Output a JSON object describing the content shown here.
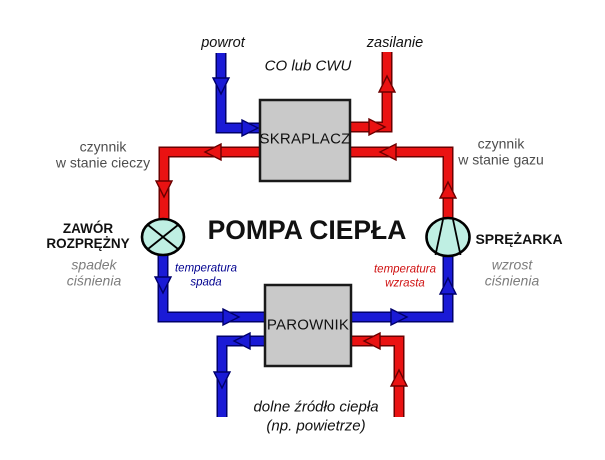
{
  "diagram": {
    "title": "POMPA CIEPŁA",
    "top": {
      "return_label": "powrot",
      "supply_label": "zasilanie",
      "circuit_label": "CO lub CWU"
    },
    "refrigerant_states": {
      "liquid": "czynnik\nw stanie cieczy",
      "gas": "czynnik\nw stanie gazu"
    },
    "components": {
      "condenser": {
        "label": "SKRAPLACZ"
      },
      "evaporator": {
        "label": "PAROWNIK"
      },
      "expansion_valve": {
        "label": "ZAWÓR\nROZPRĘŻNY",
        "effect": "spadek\nciśnienia",
        "temperature_note": "temperatura\nspada"
      },
      "compressor": {
        "label": "SPRĘŻARKA",
        "effect": "wzrost\nciśnienia",
        "temperature_note": "temperatura\nwzrasta"
      }
    },
    "bottom": {
      "source_label": "dolne źródło ciepła\n(np. powietrze)"
    },
    "colors": {
      "hot_pipe": "#ea1212",
      "cold_pipe": "#1a1ad6",
      "component_fill": "#c9c9c9",
      "valve_fill": "#bfefe3",
      "muted_text": "#7d7d7d",
      "temp_down_text": "#00008f",
      "temp_up_text": "#cf1010"
    }
  }
}
